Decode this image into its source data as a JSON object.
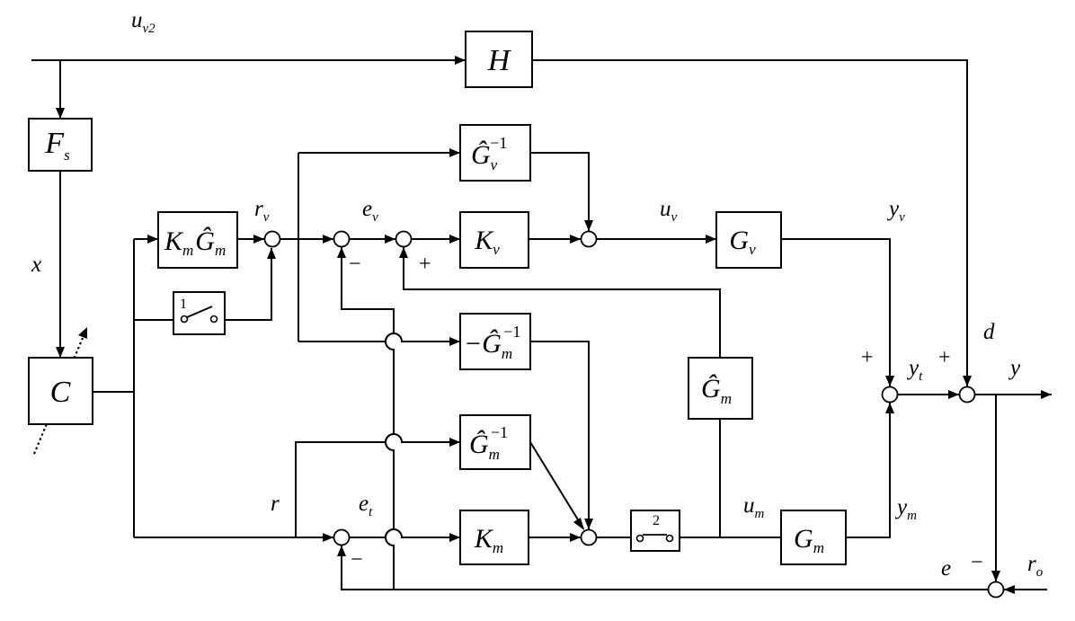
{
  "blocks": {
    "H": {
      "main": "H"
    },
    "Fs": {
      "main": "F",
      "sub": "s"
    },
    "C": {
      "main": "C"
    },
    "KmGm": {
      "k": "K",
      "k_sub": "m",
      "g": "Ĝ",
      "g_sub": "m"
    },
    "Gv_inv": {
      "main": "Ĝ",
      "sub": "v",
      "sup": "−1"
    },
    "Kv": {
      "main": "K",
      "sub": "v"
    },
    "Gv": {
      "main": "G",
      "sub": "v"
    },
    "neg_Gm_inv": {
      "main": "−Ĝ",
      "sub": "m",
      "sup": "−1"
    },
    "Gm_hat": {
      "main": "Ĝ",
      "sub": "m"
    },
    "Gm_inv": {
      "main": "Ĝ",
      "sub": "m",
      "sup": "−1"
    },
    "Km": {
      "main": "K",
      "sub": "m"
    },
    "Gm": {
      "main": "G",
      "sub": "m"
    }
  },
  "switches": {
    "s1": "1",
    "s2": "2"
  },
  "signals": {
    "uv2": {
      "main": "u",
      "sub": "v2"
    },
    "x": {
      "main": "x"
    },
    "rv": {
      "main": "r",
      "sub": "v"
    },
    "ev": {
      "main": "e",
      "sub": "v"
    },
    "uv": {
      "main": "u",
      "sub": "v"
    },
    "yv": {
      "main": "y",
      "sub": "v"
    },
    "d": {
      "main": "d"
    },
    "yt": {
      "main": "y",
      "sub": "t"
    },
    "y": {
      "main": "y"
    },
    "r": {
      "main": "r"
    },
    "et": {
      "main": "e",
      "sub": "t"
    },
    "um": {
      "main": "u",
      "sub": "m"
    },
    "ym": {
      "main": "y",
      "sub": "m"
    },
    "e": {
      "main": "e"
    },
    "ro": {
      "main": "r",
      "sub": "o"
    }
  },
  "signs": {
    "ev_minus": "−",
    "kv_plus": "+",
    "yt_plus": "+",
    "y_plus": "+",
    "et_minus": "−",
    "e_minus": "−"
  }
}
